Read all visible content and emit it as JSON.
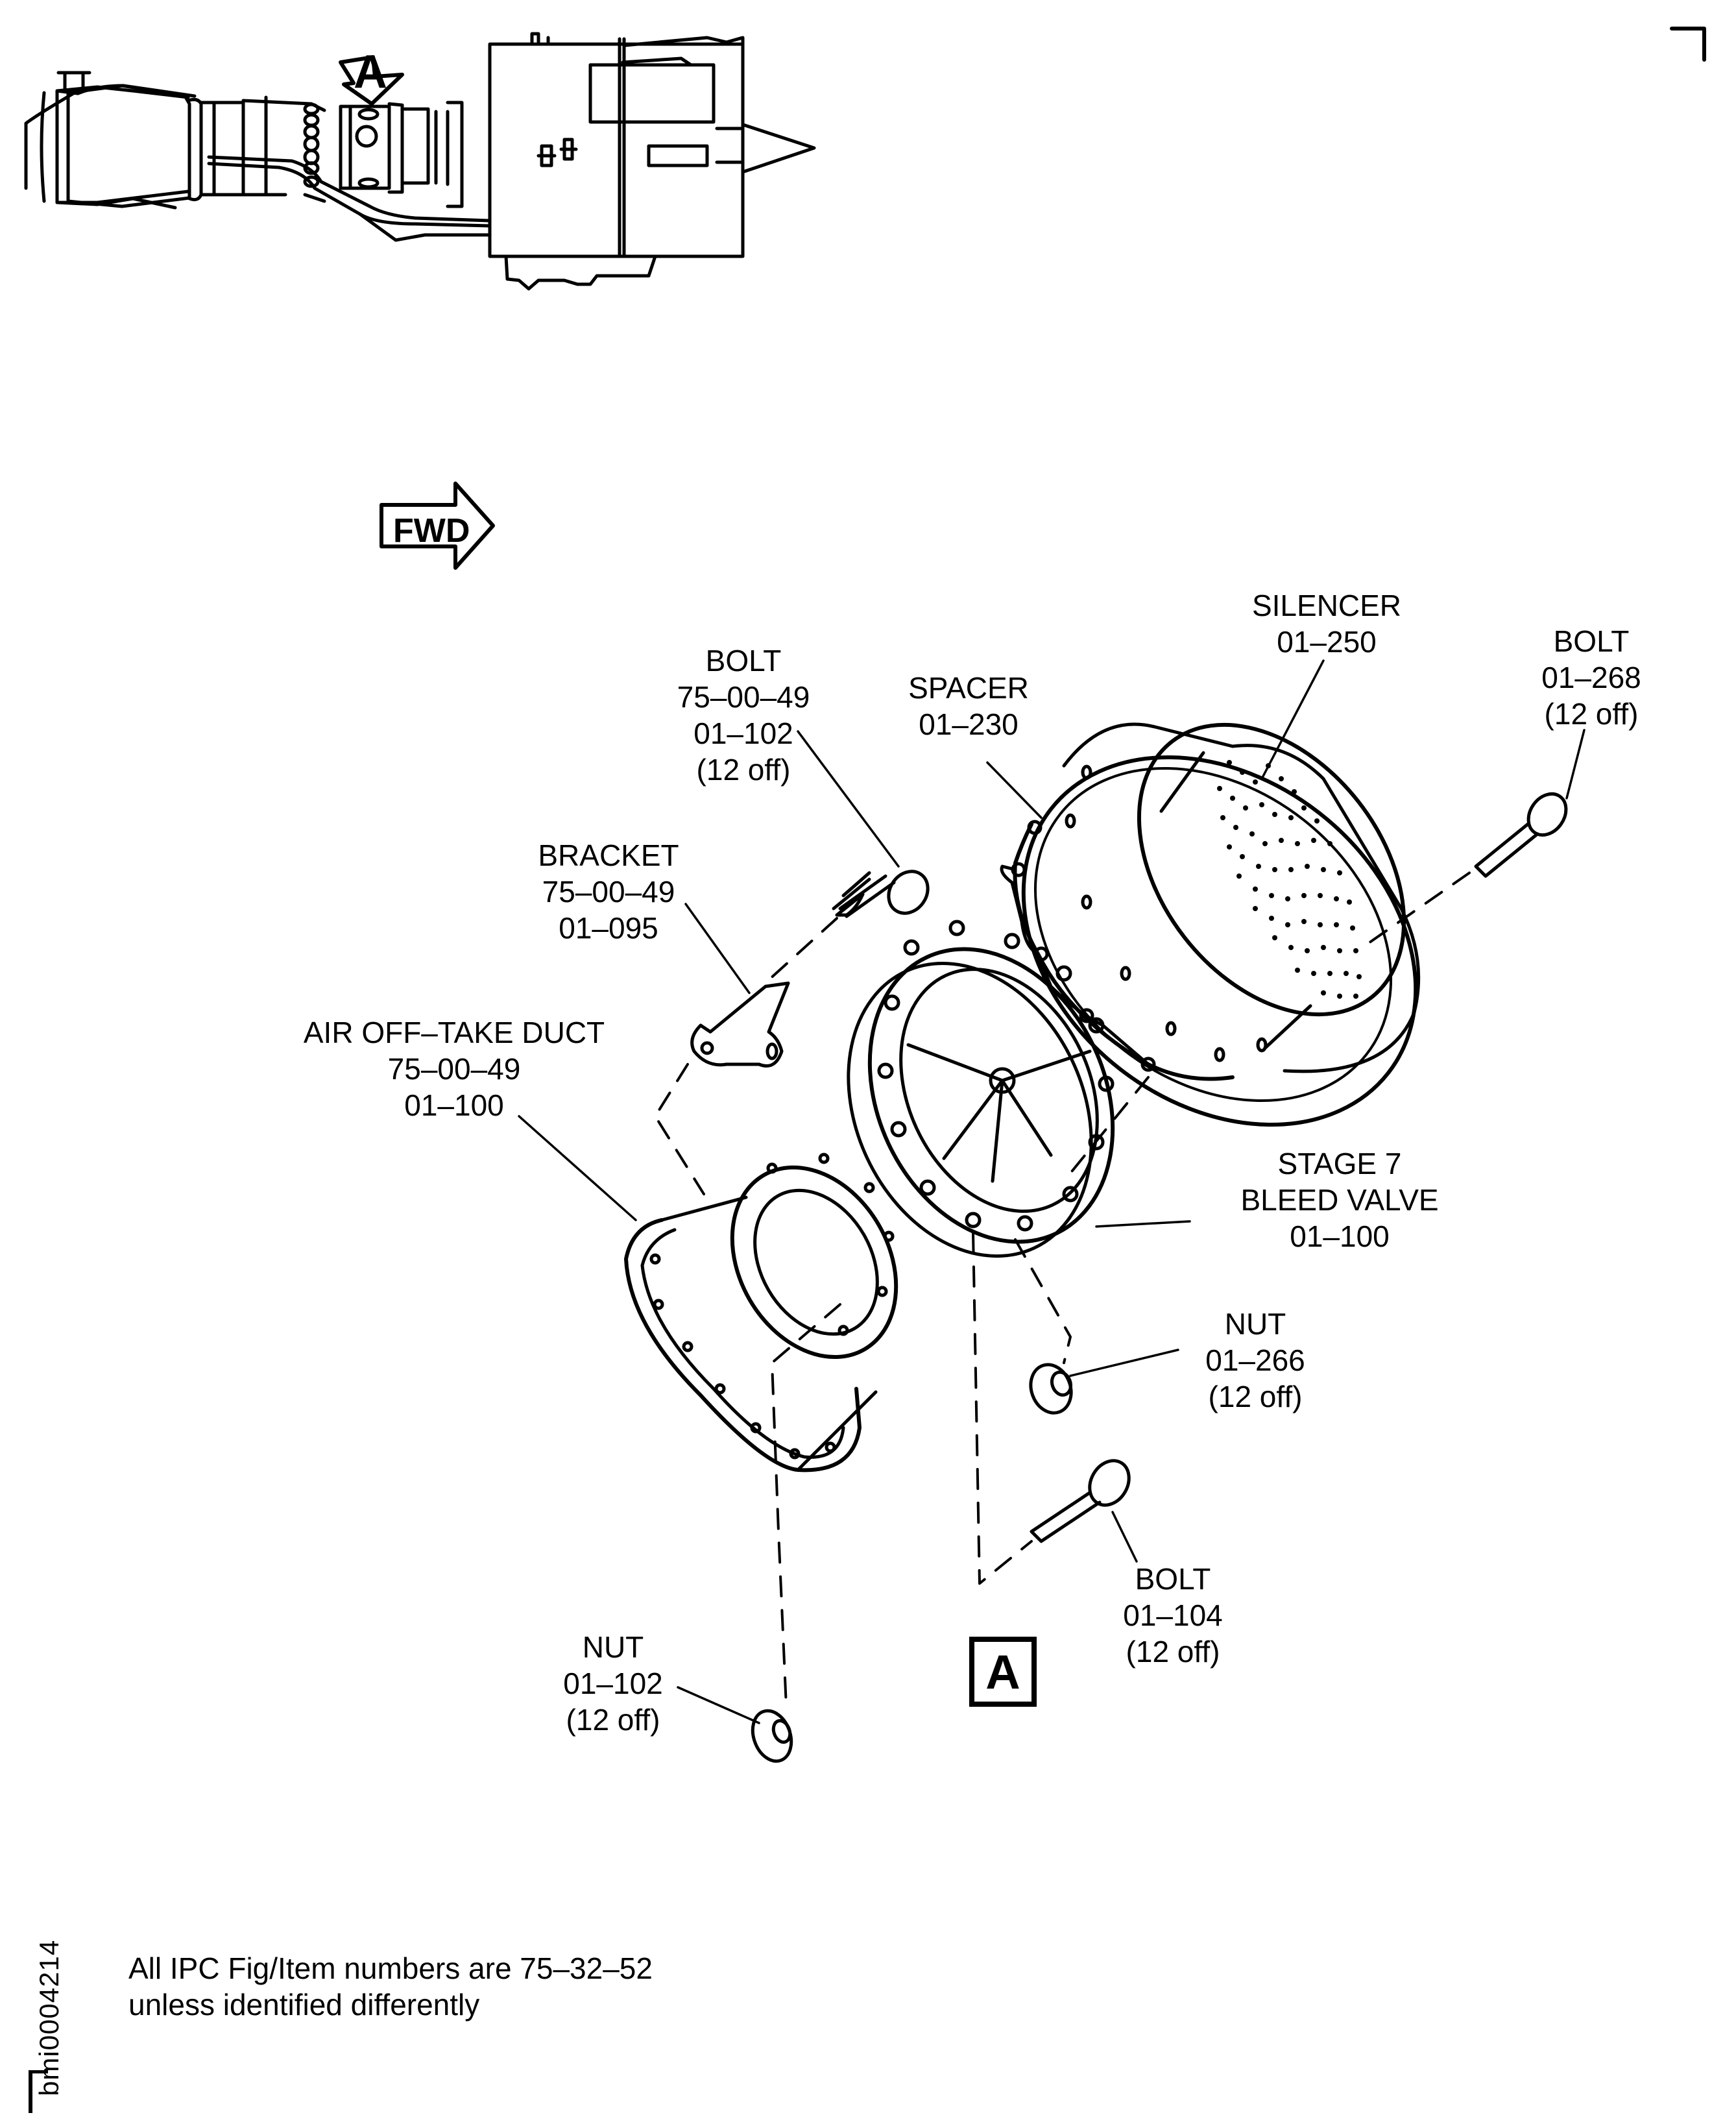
{
  "figure": {
    "view_marker_top": "A",
    "fwd_label": "FWD",
    "view_marker_box": "A",
    "document_id": "bmi0004214",
    "note_lines": [
      "All IPC Fig/Item numbers are 75–32–52",
      "unless identified differently"
    ]
  },
  "callouts": {
    "silencer": [
      "SILENCER",
      "01–250"
    ],
    "bolt_268": [
      "BOLT",
      "01–268",
      "(12 off)"
    ],
    "spacer": [
      "SPACER",
      "01–230"
    ],
    "bolt_102": [
      "BOLT",
      "75–00–49",
      "01–102",
      "(12 off)"
    ],
    "bracket": [
      "BRACKET",
      "75–00–49",
      "01–095"
    ],
    "air_duct": [
      "AIR OFF–TAKE DUCT",
      "75–00–49",
      "01–100"
    ],
    "bleed_valve": [
      "STAGE 7",
      "BLEED VALVE",
      "01–100"
    ],
    "nut_266": [
      "NUT",
      "01–266",
      "(12 off)"
    ],
    "bolt_104": [
      "BOLT",
      "01–104",
      "(12 off)"
    ],
    "nut_102": [
      "NUT",
      "01–102",
      "(12 off)"
    ]
  }
}
